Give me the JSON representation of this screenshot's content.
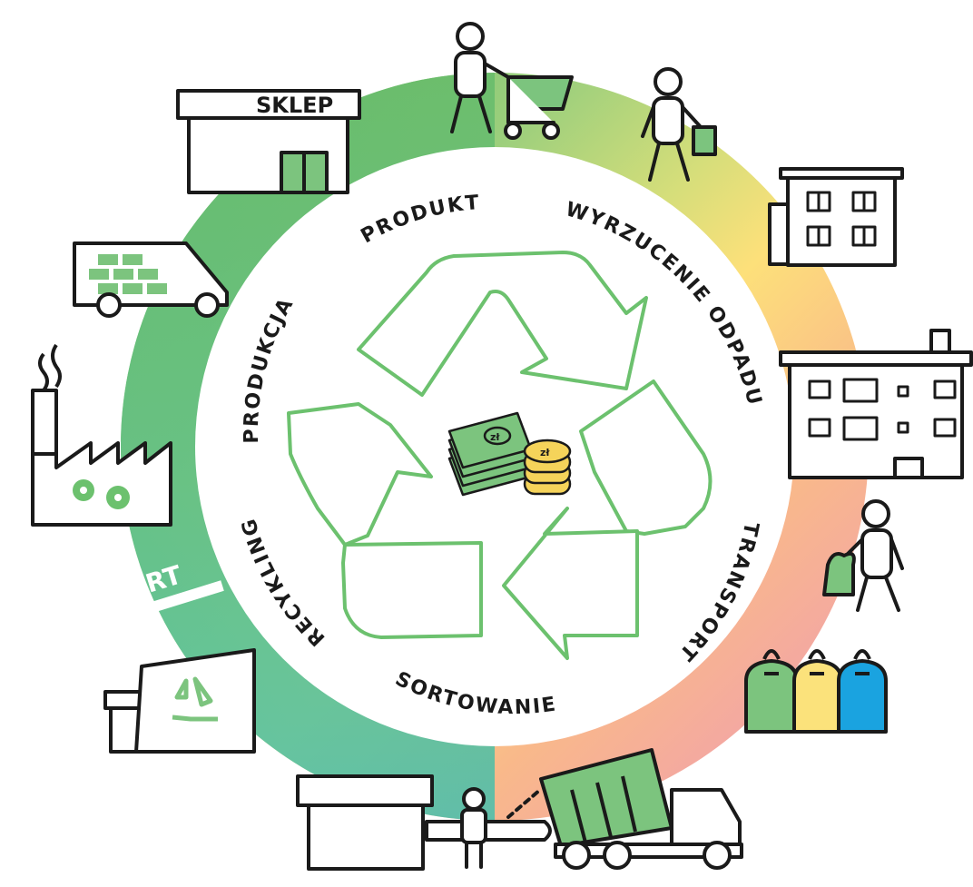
{
  "stages": {
    "produkcja": "PRODUKCJA",
    "produkt": "PRODUKT",
    "wyrzucenie": "WYRZUCENIE ODPADU",
    "transport": "TRANSPORT",
    "sortowanie": "SORTOWANIE",
    "recykling": "RECYKLING"
  },
  "start_label": "START",
  "shop_sign": "SKLEP",
  "currency_symbol": "zł",
  "colors": {
    "green": "#6cbf6e",
    "light_green": "#7fc97f",
    "yellow_green": "#c8dc7a",
    "yellow": "#fde27a",
    "orange": "#f9c27f",
    "pink": "#f4a7a0",
    "teal": "#4dbfa8",
    "recycle_stroke": "#6cc16e",
    "bin_green": "#7cc47e",
    "bin_yellow": "#fbe27b",
    "bin_blue": "#1aa3e0",
    "coin": "#f5d35a",
    "outline": "#1a1a1a"
  },
  "icons": [
    "factory-icon",
    "van-icon",
    "shop-icon",
    "shopper-cart-icon",
    "person-shopping-bag-icon",
    "house-icon",
    "apartment-block-icon",
    "person-trash-bag-icon",
    "waste-bins-icon",
    "garbage-truck-icon",
    "sorting-conveyor-icon",
    "recycling-plant-icon",
    "money-icon",
    "recycle-arrows-icon"
  ]
}
